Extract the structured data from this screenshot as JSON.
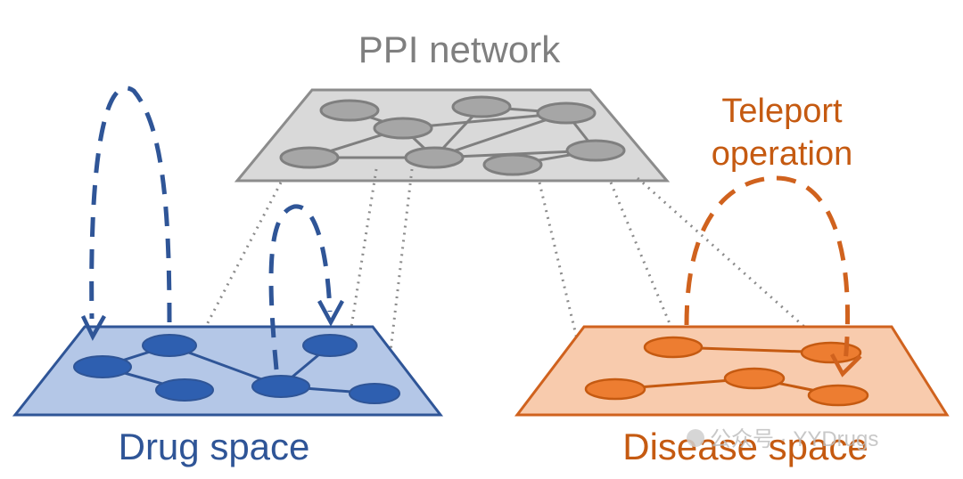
{
  "labels": {
    "ppi": "PPI network",
    "drug": "Drug space",
    "disease": "Disease space",
    "teleport_line1": "Teleport",
    "teleport_line2": "operation",
    "watermark": "公众号 · YYDrugs"
  },
  "colors": {
    "ppi_fill": "#d9d9d9",
    "ppi_stroke": "#8c8c8c",
    "ppi_node": "#a6a6a6",
    "ppi_label": "#7f7f7f",
    "drug_fill": "#b4c7e7",
    "drug_stroke": "#2f5597",
    "drug_node": "#2e5fb0",
    "disease_fill": "#f8cbad",
    "disease_stroke": "#d0621e",
    "disease_node": "#ed7d31",
    "teleport_label": "#c55a11",
    "watermark": "#bfbfbf"
  }
}
